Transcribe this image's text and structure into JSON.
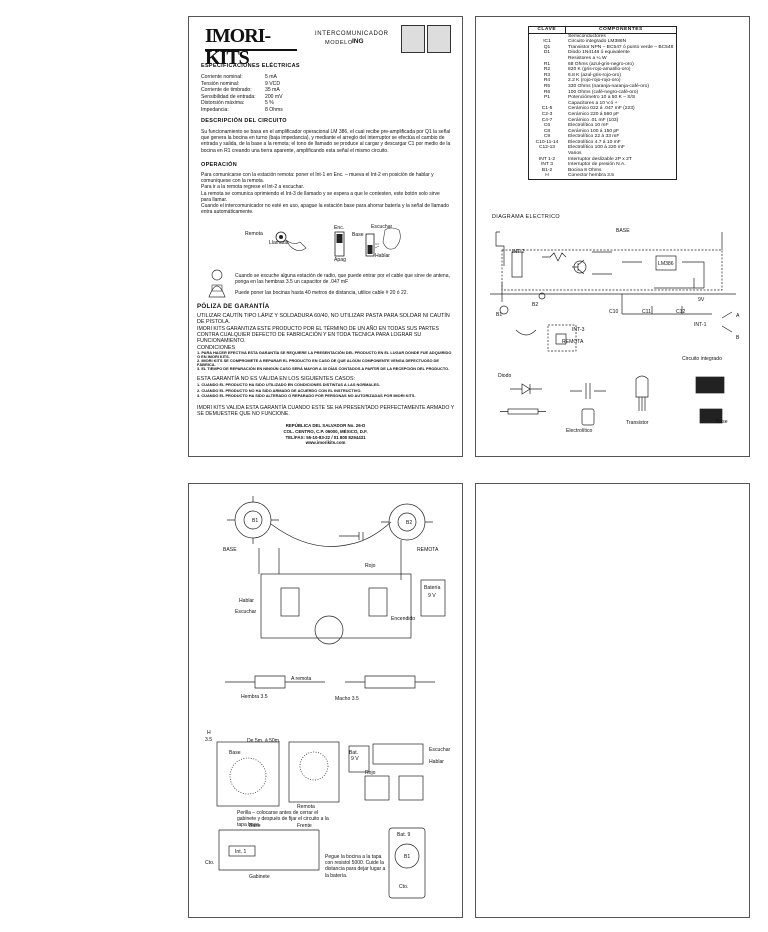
{
  "page1": {
    "logo": "IMORI-KITS",
    "product_title": "INTERCOMUNICADOR",
    "model_label": "MODELO",
    "model_code": "ING",
    "specs_title": "ESPECIFICACIONES ELÉCTRICAS",
    "specs": [
      {
        "label": "Corriente nominal:",
        "value": "5 mA"
      },
      {
        "label": "Tensión nominal:",
        "value": "9 VCD"
      },
      {
        "label": "Corriente de timbrado:",
        "value": "35 mA"
      },
      {
        "label": "Sensibilidad de entrada:",
        "value": "200 mV"
      },
      {
        "label": "Distorsión máxima:",
        "value": "5 %"
      },
      {
        "label": "Impedancia:",
        "value": "8 Ohms"
      }
    ],
    "circuit_title": "DESCRIPCIÓN DEL CIRCUITO",
    "circuit_text": "Su funcionamiento se basa en el amplificador operacional LM 386, el cual recibe pre-amplificada por Q1 la señal que genera la bocina en turno (baja impedancia), y mediante el arreglo del interruptor se efectúa el cambio de entrada y salida, de la base a la remota; el tono de llamado se produce al cargar y descargar C1 por medio de la bocina en R1 creando una tierra aparente, amplificando esta señal el mismo circuito.",
    "operation_title": "OPERACIÓN",
    "operation_lines": [
      "Para comunicarse con la estación remota: poner el Int-1 en Enc. – mueva el Int-2 en posición de hablar y comuníquese con la remota.",
      "Para ir a la remota regrese el Int-2 a escuchar.",
      "La remota se comunica oprimiendo el Int-3 de llamado y se espera a que le contesten, este botón solo sirve para llamar.",
      "Cuando el intercomunicador no esté en uso, apague la estación base para ahorrar batería y la señal de llamado entra automáticamente."
    ],
    "fig_labels": {
      "remota": "Remota",
      "llamada": "Llamada",
      "enc": "Enc.",
      "apag": "Apag",
      "base": "Base",
      "escuchar": "Escuchar",
      "hablar": "Hablar"
    },
    "radio_note": "Cuando se escuche alguna estación de radio, que puede entrar por el cable que sirve de antena, ponga en las hembras 3.5 un capacitor de .047 mF",
    "cable_note": "Puede poner las bocinas hasta 40 metros de distancia, utilice cable # 20 ó 22.",
    "warranty_title": "PÓLIZA DE GARANTÍA",
    "warranty_intro": "UTILIZAR CAUTÍN TIPO LÁPIZ Y SOLDADURA 60/40, NO UTILIZAR PASTA PARA SOLDAR NI CAUTÍN DE PISTOLA.",
    "warranty_text": "IMORI KITS GARANTIZA ESTE PRODUCTO POR EL TÉRMINO DE UN AÑO EN TODAS SUS PARTES CONTRA CUALQUIER DEFECTO DE FABRICACIÓN Y EN TODA TECNICA PARA LOGRAR SU FUNCIONAMIENTO.",
    "conditions_title": "CONDICIONES",
    "conditions": [
      "1. PARA HACER EFECTIVA ESTA GARANTÍA SE REQUIERE LA PRESENTACIÓN DEL PRODUCTO EN EL LUGAR DONDE FUE ADQUIRIDO O EN IMORI KITS.",
      "2. IMORI KITS SE COMPROMETE A REPARAR EL PRODUCTO EN CASO DE QUE ALGÚN COMPONENTE VENGA DEFECTUOSO DE FÁBRICA.",
      "3. EL TIEMPO DE REPARACIÓN EN NINGÚN CASO SERÁ MAYOR A 30 DÍAS CONTADOS A PARTIR DE LA RECEPCIÓN DEL PRODUCTO."
    ],
    "invalid_title": "ESTA GARANTÍA NO ES VÁLIDA EN LOS SIGUIENTES CASOS:",
    "invalid": [
      "1. CUANDO EL PRODUCTO HA SIDO UTILIZADO EN CONDICIONES DISTINTAS A LAS NORMALES.",
      "2. CUANDO EL PRODUCTO NO HA SIDO ARMADO DE ACUERDO CON EL INSTRUCTIVO.",
      "3. CUANDO EL PRODUCTO HA SIDO ALTERADO O REPARADO POR PERSONAS NO AUTORIZADAS POR IMORI KITS."
    ],
    "validity": "IMORI KITS VALIDA ESTA GARANTÍA CUANDO ESTE SE HA PRESENTADO PERFECTAMENTE ARMADO Y SE DEMUESTRE QUE NO FUNCIONE.",
    "address": [
      "REPÚBLICA DEL SALVADOR No. 26-D",
      "COL. CENTRO, C.P. 06000, MÉXICO, D.F.",
      "TEL/FAX: 55-10-83-22 / 01 800 8294431",
      "www.imorikits.com"
    ]
  },
  "page2": {
    "table_headers": [
      "CLAVE",
      "COMPONENTES"
    ],
    "components": [
      [
        "",
        "Semiconductores"
      ],
      [
        "IC1",
        "Circuito integrado LM386N"
      ],
      [
        "Q1",
        "Transistor NPN – BC547 ó punto verde – BC548"
      ],
      [
        "D1",
        "Diodo 1N4148 ó equivalente"
      ],
      [
        "",
        "Resistores a ¼ W"
      ],
      [
        "R1",
        "68 Ohms  (azul-gris-negro-oro)"
      ],
      [
        "R2",
        "820 K     (gris-rojo-amarillo-oro)"
      ],
      [
        "R3",
        "6.8 K      (azul-gris-rojo-oro)"
      ],
      [
        "R4",
        "2.2 K      (rojo-rojo-rojo-oro)"
      ],
      [
        "R5",
        "330 Ohms (naranja-naranja-café-oro)"
      ],
      [
        "R6",
        "100 Ohms (café-negro-café-oro)"
      ],
      [
        "P1",
        "Potenciómetro 10 a 50 K – S/S"
      ],
      [
        "",
        "Capacitores a 10 V.ó +"
      ],
      [
        "C1-5",
        "Cerámico          022 á .047 mF (223)"
      ],
      [
        "C2-3",
        "Cerámico          220 á 560 pF"
      ],
      [
        "C4-7",
        "Cerámico               .01 mF (103)"
      ],
      [
        "C6",
        "Electrolítico                10 mF"
      ],
      [
        "C8",
        "Cerámico         100 á  150 pF"
      ],
      [
        "C9",
        "Electrolítico        22 á   33 mF"
      ],
      [
        "C10-11-14",
        "Electrolítico       4.7 á   10 mF"
      ],
      [
        "C12-13",
        "Electrolítico      100 á  220 mF"
      ],
      [
        "",
        "Varios"
      ],
      [
        "INT 1-2",
        "Interruptor deslizable 2P x 2T"
      ],
      [
        "INT 3",
        "Interruptor de presión N.A."
      ],
      [
        "B1-2",
        "Bocina 8 Ohms"
      ],
      [
        "H",
        "Conector hembra 3.5"
      ]
    ],
    "diagram_title": "DIAGRAMA ELECTRICO",
    "labels": {
      "base": "BASE",
      "int2": "INT-2",
      "int1": "INT-1",
      "int3": "INT-3",
      "remota": "REMOTA",
      "b1": "B1",
      "b2": "B2",
      "b": "B",
      "ic": "LM386",
      "c10": "C10",
      "c11": "C11",
      "c12": "C12",
      "vplus": "9V",
      "a": "A",
      "diodo": "Diodo",
      "electrolitico": "Electrolítico",
      "transistor": "Transistor",
      "circuito_integrado": "Circuito integrado",
      "base_lower": "Base"
    }
  },
  "page3": {
    "labels": {
      "b1": "B1",
      "b2": "B2",
      "base": "BASE",
      "remota": "REMOTA",
      "rojo": "Rojo",
      "bateria": "Batería",
      "bateria_v": "9 V",
      "hablar": "Hablar",
      "escuchar": "Escuchar",
      "encendido": "Encendido",
      "a_remota": "A remota",
      "hembra": "Hembra 3.5",
      "macho": "Macho 3.5",
      "h": "H",
      "h_val": "3.5",
      "distance": "De 5m. á 50m.",
      "base2": "Base",
      "remota2": "Remota",
      "bat": "Bat.",
      "bat_v": "9 V",
      "rojo2": "Rojo",
      "escuchar2": "Escuchar",
      "hablar2": "Hablar",
      "perilla": "Perilla – colocarse antes de cerrar el gabinete y después de fijar el circuito a la tapa base.",
      "base3": "Base",
      "frente": "Frente",
      "int1": "Int. 1",
      "cto": "Cto.",
      "gabinete": "Gabinete",
      "bocina_note": "Pegue la bocina a la tapa con resistol 5000. Cuide la distancia para dejar lugar a la batería.",
      "bat9": "Bat. 9",
      "b1b": "B1",
      "cto2": "Cto."
    }
  }
}
